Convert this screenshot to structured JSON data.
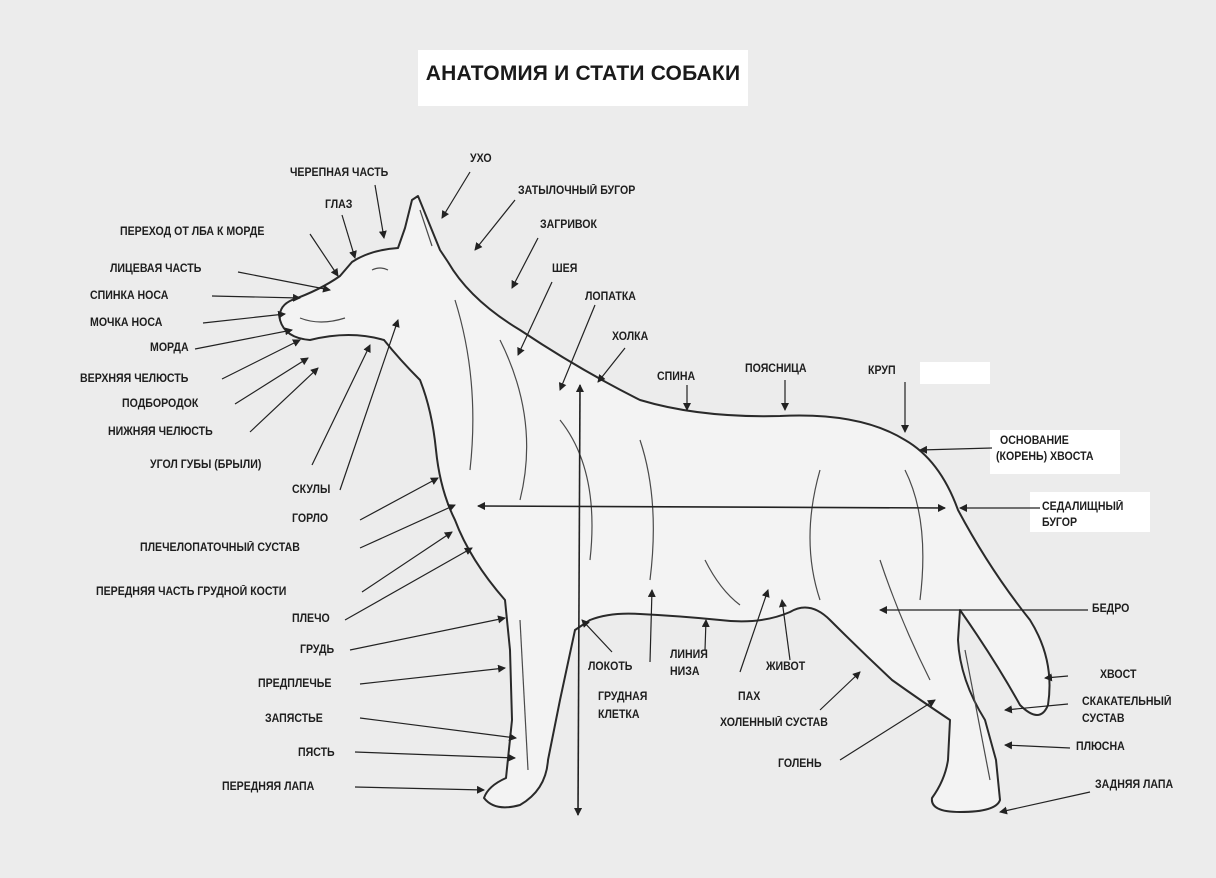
{
  "title": "АНАТОМИЯ И СТАТИ СОБАКИ",
  "labels": {
    "ukho": "УХО",
    "cherepnaya_chast": "ЧЕРЕПНАЯ ЧАСТЬ",
    "zatylochny_bugor": "ЗАТЫЛОЧНЫЙ БУГОР",
    "glaz": "ГЛАЗ",
    "zagrivok": "ЗАГРИВОК",
    "perekhod": "ПЕРЕХОД ОТ ЛБА К МОРДЕ",
    "sheya": "ШЕЯ",
    "litsevaya_chast": "ЛИЦЕВАЯ ЧАСТЬ",
    "lopatka": "ЛОПАТКА",
    "spinka_nosa": "СПИНКА НОСА",
    "mochka_nosa": "МОЧКА НОСА",
    "kholka": "ХОЛКА",
    "morda": "МОРДА",
    "spina": "СПИНА",
    "poyasnitsa": "ПОЯСНИЦА",
    "krup": "КРУП",
    "verkhnyaya_chelyust": "ВЕРХНЯЯ ЧЕЛЮСТЬ",
    "podborodok": "ПОДБОРОДОК",
    "nizhnyaya_chelyust": "НИЖНЯЯ ЧЕЛЮСТЬ",
    "osnovanie_1": "ОСНОВАНИЕ",
    "osnovanie_2": "(КОРЕНЬ) ХВОСТА",
    "ugol_guby": "УГОЛ ГУБЫ (БРЫЛИ)",
    "skuly": "СКУЛЫ",
    "gorlo": "ГОРЛО",
    "sedalishchny_1": "СЕДАЛИЩНЫЙ",
    "sedalishchny_2": "БУГОР",
    "plechelopatochny": "ПЛЕЧЕЛОПАТОЧНЫЙ СУСТАВ",
    "perednyaya_chast": "ПЕРЕДНЯЯ ЧАСТЬ ГРУДНОЙ КОСТИ",
    "plecho": "ПЛЕЧО",
    "bedro": "БЕДРО",
    "grud": "ГРУДЬ",
    "liniya_niza_1": "ЛИНИЯ",
    "liniya_niza_2": "НИЗА",
    "lokot": "ЛОКОТЬ",
    "zhivot": "ЖИВОТ",
    "khvost": "ХВОСТ",
    "predplechye": "ПРЕДПЛЕЧЬЕ",
    "grudnaya_1": "ГРУДНАЯ",
    "grudnaya_2": "КЛЕТКА",
    "pakh": "ПАХ",
    "skakatelny_1": "СКАКАТЕЛЬНЫЙ",
    "skakatelny_2": "СУСТАВ",
    "zapyastye": "ЗАПЯСТЬЕ",
    "kolenny": "ХОЛЕННЫЙ СУСТАВ",
    "pyast": "ПЯСТЬ",
    "plyusna": "ПЛЮСНА",
    "golen": "ГОЛЕНЬ",
    "perednyaya_lapa": "ПЕРЕДНЯЯ ЛАПА",
    "zadnyaya_lapa": "ЗАДНЯЯ ЛАПА"
  },
  "colors": {
    "background": "#ececec",
    "ink": "#1e1e1e",
    "outline": "#2a2a2a"
  }
}
